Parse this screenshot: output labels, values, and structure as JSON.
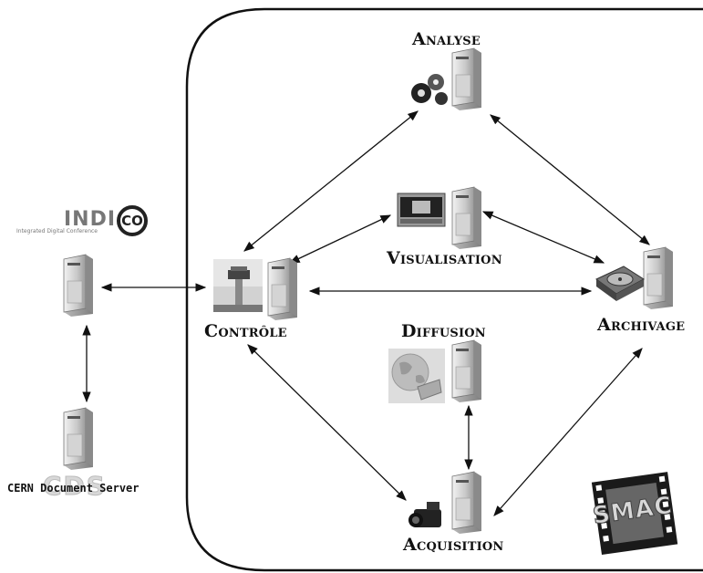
{
  "nodes": {
    "analyse": "Analyse",
    "visualisation": "Visualisation",
    "controle": "Contrôle",
    "archivage": "Archivage",
    "diffusion": "Diffusion",
    "acquisition": "Acquisition"
  },
  "logos": {
    "indico_main": "INDI",
    "indico_co": "CO",
    "indico_sub": "Integrated Digital Conference",
    "cds_text": "CERN Document Server",
    "cds_big": "CDS",
    "smac": "SMAC"
  }
}
